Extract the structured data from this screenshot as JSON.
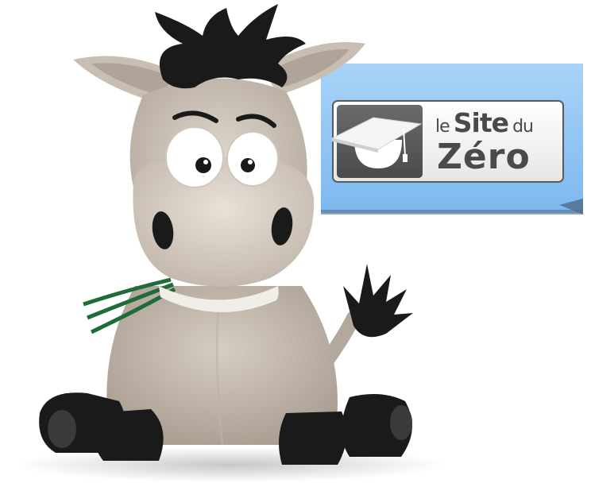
{
  "logo": {
    "word_le": "le",
    "word_site": "Site",
    "word_du": "du",
    "word_zero": "Zéro"
  },
  "colors": {
    "banner_blue": "#8ec5f5",
    "banner_shadow": "#5d7f9f",
    "logo_gray": "#4a4a4a",
    "mascot_body": "#c8beb2",
    "mascot_hair": "#1a1a1a",
    "grass_green": "#1f6b3a"
  },
  "icons": {
    "graduation_cap": "graduation-cap-icon",
    "mascot": "donkey-mascot-icon"
  }
}
